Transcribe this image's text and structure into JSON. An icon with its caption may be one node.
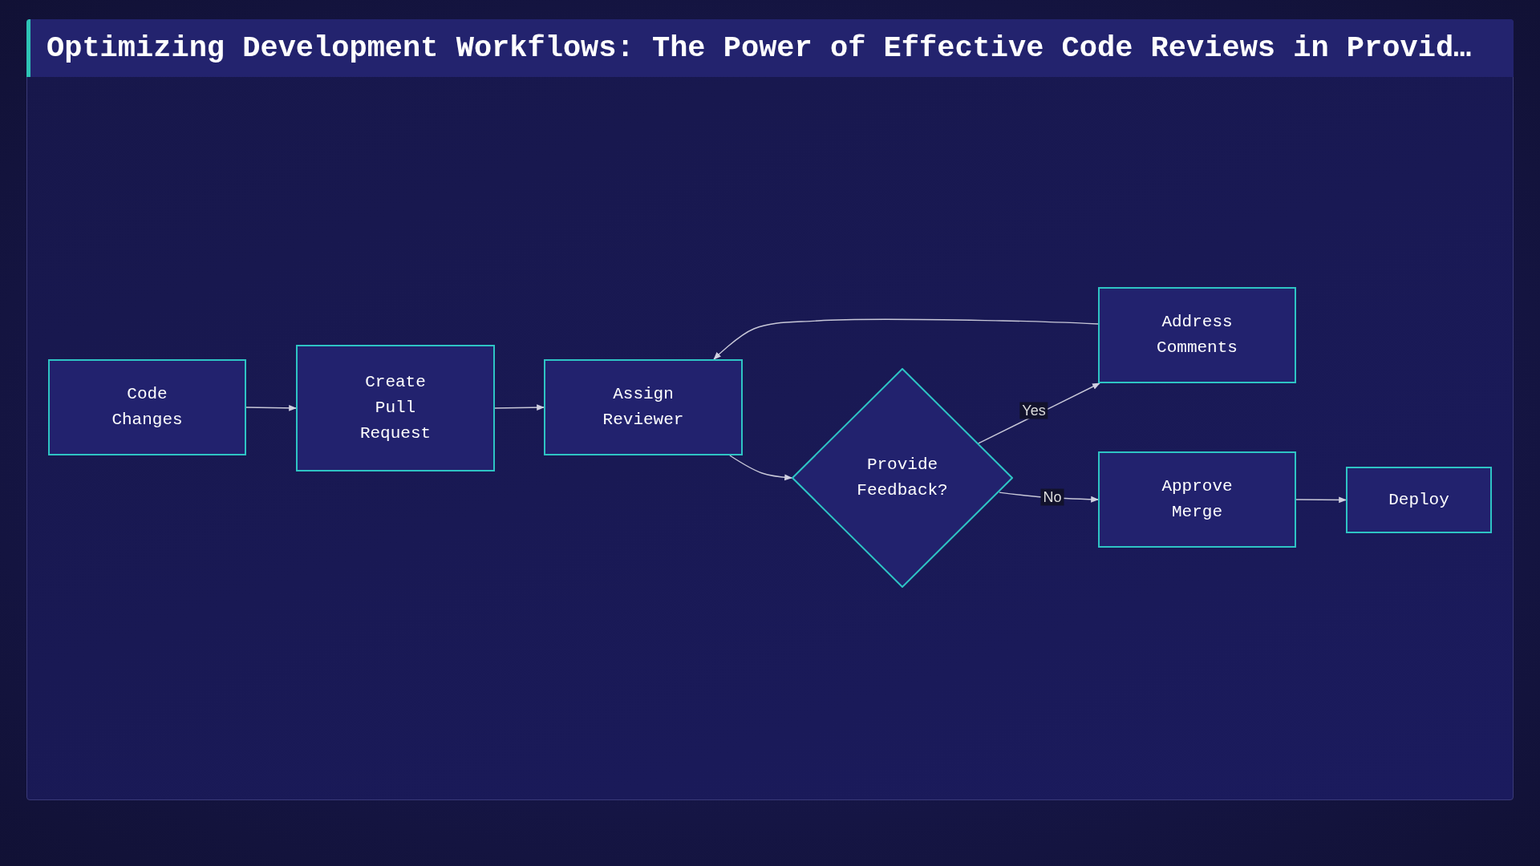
{
  "diagram": {
    "title": "Optimizing Development Workflows: The Power of Effective Code Reviews in Provid…",
    "nodes": [
      {
        "text": [
          "Code Changes"
        ]
      },
      {
        "text": [
          "Create Pull Request"
        ]
      },
      {
        "text": [
          "Assign Reviewer"
        ]
      },
      {
        "text": [
          "Provide Feedback?"
        ]
      },
      {
        "text": [
          "Address Comments"
        ]
      },
      {
        "text": [
          "Approve Merge"
        ]
      },
      {
        "text": [
          "Deploy"
        ]
      }
    ],
    "edges": [
      {
        "from": 0,
        "to": 1,
        "arrow": "to"
      },
      {
        "from": 1,
        "to": 2,
        "arrow": "to"
      },
      {
        "from": 2,
        "to": 3,
        "arrow": "to"
      },
      {
        "from": 3,
        "to": 4,
        "arrow": "to",
        "label": "Yes"
      },
      {
        "from": 3,
        "to": 5,
        "arrow": "to",
        "label": "No"
      },
      {
        "from": 4,
        "to": 2,
        "arrow": "to"
      },
      {
        "from": 5,
        "to": 6,
        "arrow": "to"
      }
    ]
  }
}
